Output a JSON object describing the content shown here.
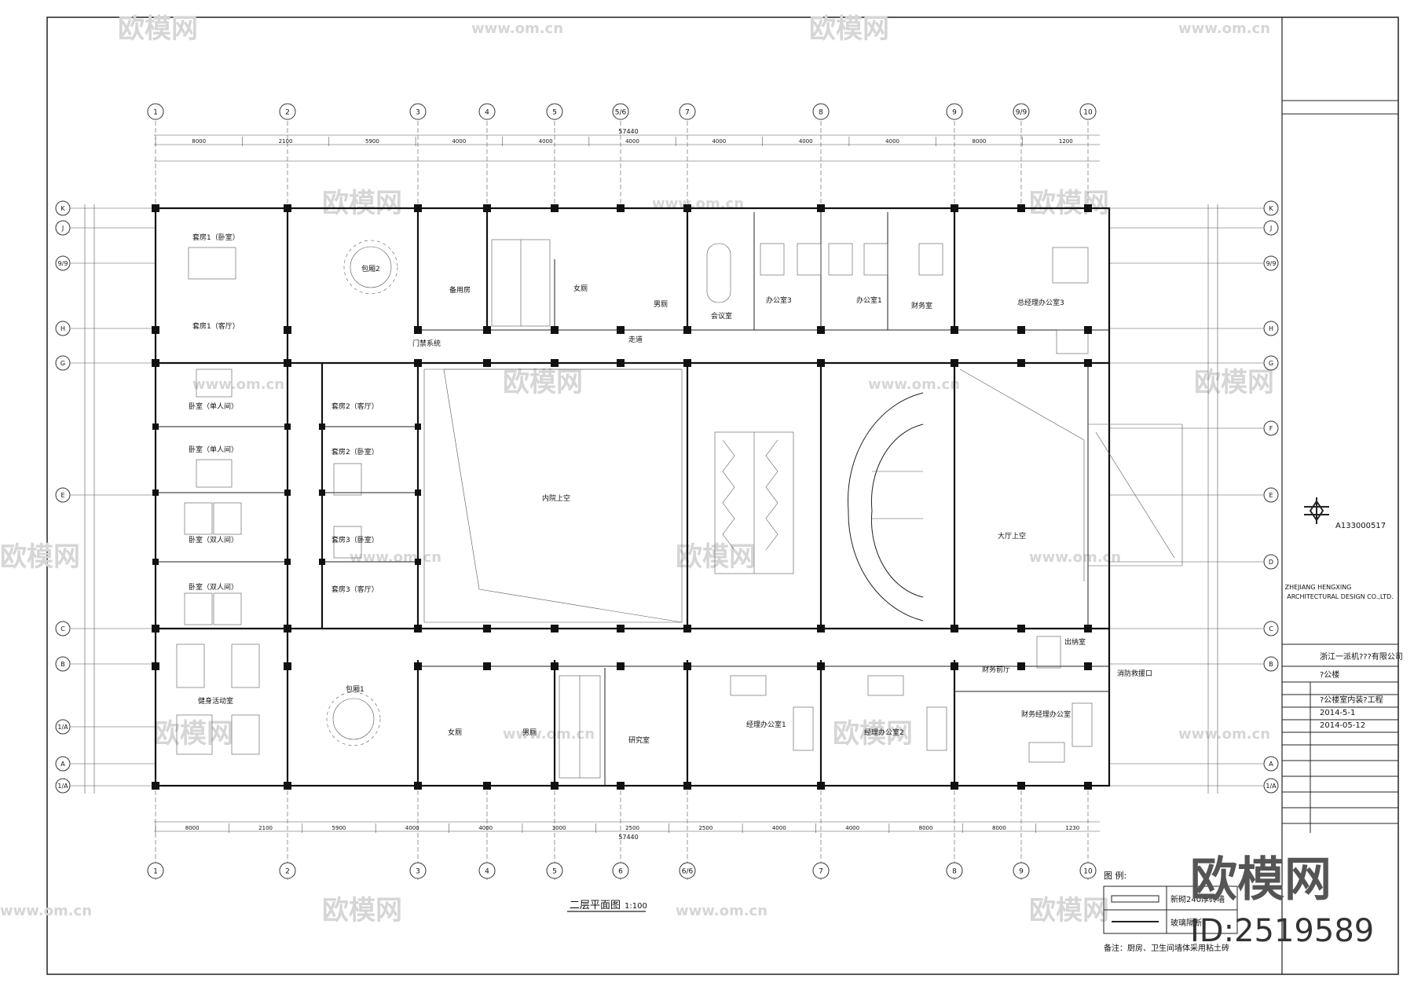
{
  "plan_title": "二层平面图",
  "plan_scale": "1:100",
  "grid_top": [
    "1",
    "2",
    "3",
    "4",
    "5",
    "5/6",
    "7",
    "8",
    "9",
    "9/9",
    "10"
  ],
  "grid_bottom": [
    "1",
    "2",
    "3",
    "4",
    "5",
    "6",
    "6/6",
    "7",
    "8",
    "9",
    "10"
  ],
  "grid_left": [
    "K",
    "J",
    "9/9",
    "H",
    "G",
    "E",
    "C",
    "B",
    "1/A",
    "A",
    "1/A"
  ],
  "grid_right": [
    "K",
    "J",
    "9/9",
    "H",
    "G",
    "F",
    "E",
    "D",
    "C",
    "B",
    "A",
    "1/A"
  ],
  "dim_total_top": "57440",
  "dim_total_bottom": "57440",
  "dims_top": [
    "8000",
    "2100",
    "5900",
    "4000",
    "4000",
    "4000",
    "4000",
    "4000",
    "4000",
    "8000",
    "1200"
  ],
  "dims_bottom": [
    "8000",
    "2100",
    "5900",
    "4000",
    "4000",
    "3000",
    "2500",
    "2500",
    "4000",
    "4000",
    "8000",
    "8000",
    "1230"
  ],
  "rooms": {
    "suite1_bed": "套房1（卧室）",
    "suite1_living": "套房1（客厅）",
    "private2": "包厢2",
    "spare": "备用房",
    "women_top": "女厕",
    "men_top": "男厕",
    "corridor": "走道",
    "access": "门禁系统",
    "meeting": "会议室",
    "office3": "办公室3",
    "office1": "办公室1",
    "finance": "财务室",
    "gm_office3": "总经理办公室3",
    "bed_single1": "卧室（单人间）",
    "bed_single2": "卧室（单人间）",
    "bed_double1": "卧室（双人间）",
    "bed_double2": "卧室（双人间）",
    "suite2_living": "套房2（客厅）",
    "suite2_bed": "套房2（卧室）",
    "suite3_bed": "套房3（卧室）",
    "suite3_living": "套房3（客厅）",
    "atrium": "内院上空",
    "hall_void": "大厅上空",
    "gym": "健身活动室",
    "private1": "包厢1",
    "women_bot": "女厕",
    "men_bot": "男厕",
    "study": "研究室",
    "mgr_office1": "经理办公室1",
    "mgr_office2": "经理办公室2",
    "finance_front": "财务前厅",
    "cashier": "出纳室",
    "finance_mgr": "财务经理办公室",
    "fire_exit": "消防救援口"
  },
  "legend": {
    "title": "图 例:",
    "item1": "新砌240厚砖墙",
    "item2": "玻璃隔断",
    "note": "备注：厨房、卫生间墙体采用粘土砖"
  },
  "title_block": {
    "cert_no": "A133000517",
    "company_en1": "ZHEJIANG HENGXING",
    "company_en2": "ARCHITECTURAL DESIGN CO.,LTD.",
    "client": "浙江一派机???有限公司",
    "project": "?公楼",
    "drawing": "?公楼室内装?工程",
    "date1": "2014-5-1",
    "date2": "2014-05-12"
  },
  "watermark": {
    "brand": "欧模网",
    "site": "www.om.cn",
    "id": "ID:2519589"
  }
}
